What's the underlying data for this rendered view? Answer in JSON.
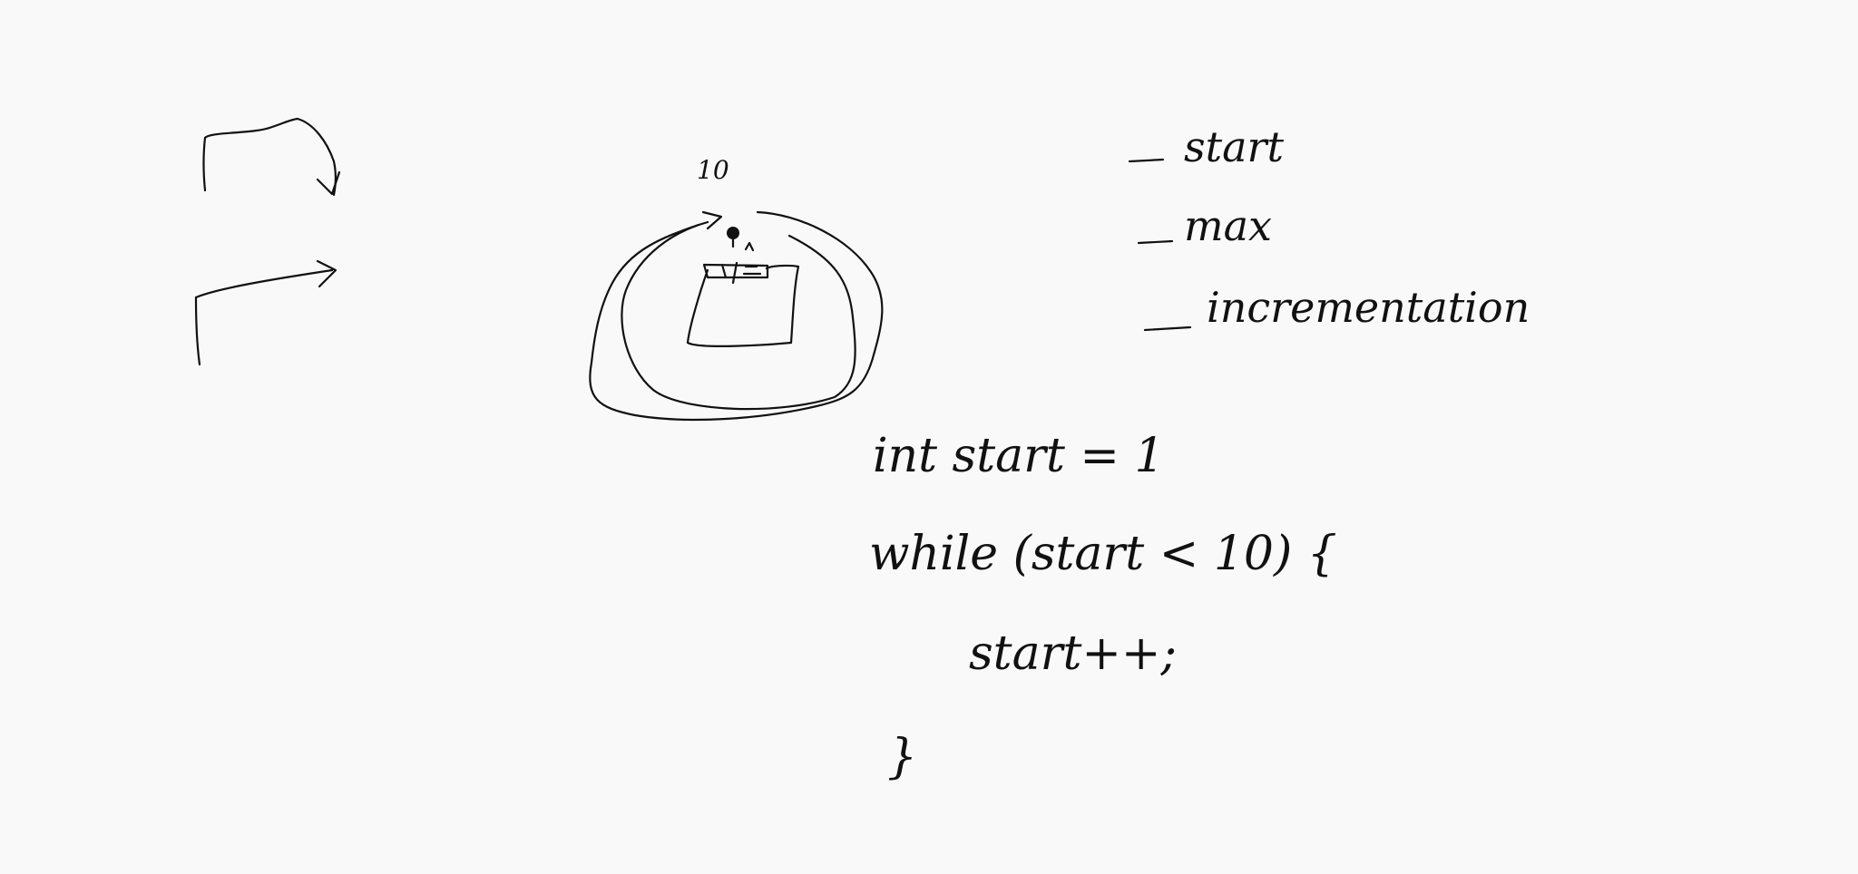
{
  "canvas": {
    "background": "#f9f9f9",
    "ink_color": "#111111"
  },
  "loop_diagram": {
    "count_label": "10"
  },
  "notes": {
    "items": [
      "start",
      "max",
      "incrementation"
    ]
  },
  "code": {
    "lines": [
      "int start = 1",
      "while (start < 10) {",
      "start++;",
      "}"
    ]
  }
}
